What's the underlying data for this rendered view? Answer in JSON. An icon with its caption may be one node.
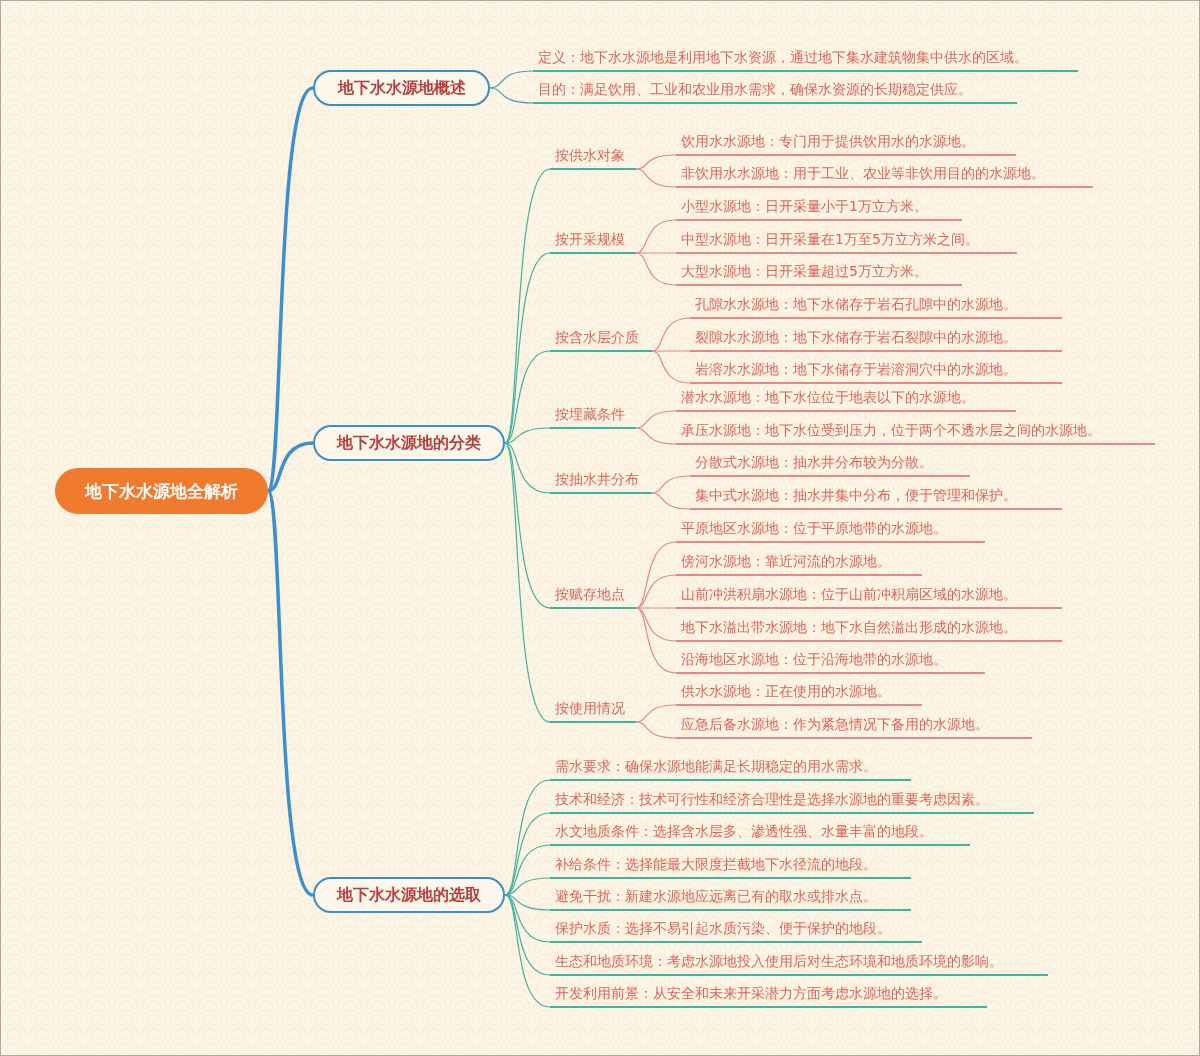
{
  "diagram": {
    "nodes": [
      {
        "text": [
          "地下水水源地全解析"
        ]
      },
      {
        "text": [
          "地下水水源地概述"
        ]
      },
      {
        "text": [
          "定义：地下水水源地是利用地下水资源，通过地下集水建筑物集中供水的区域。"
        ]
      },
      {
        "text": [
          "目的：满足饮用、工业和农业用水需求，确保水资源的长期稳定供应。"
        ]
      },
      {
        "text": [
          "地下水水源地的分类"
        ]
      },
      {
        "text": [
          "按供水对象"
        ]
      },
      {
        "text": [
          "饮用水水源地：专门用于提供饮用水的水源地。"
        ]
      },
      {
        "text": [
          "非饮用水水源地：用于工业、农业等非饮用目的的水源地。"
        ]
      },
      {
        "text": [
          "按开采规模"
        ]
      },
      {
        "text": [
          "小型水源地：日开采量小于1万立方米。"
        ]
      },
      {
        "text": [
          "中型水源地：日开采量在1万至5万立方米之间。"
        ]
      },
      {
        "text": [
          "大型水源地：日开采量超过5万立方米。"
        ]
      },
      {
        "text": [
          "按含水层介质"
        ]
      },
      {
        "text": [
          "孔隙水水源地：地下水储存于岩石孔隙中的水源地。"
        ]
      },
      {
        "text": [
          "裂隙水水源地：地下水储存于岩石裂隙中的水源地。"
        ]
      },
      {
        "text": [
          "岩溶水水源地：地下水储存于岩溶洞穴中的水源地。"
        ]
      },
      {
        "text": [
          "按埋藏条件"
        ]
      },
      {
        "text": [
          "潜水水源地：地下水位位于地表以下的水源地。"
        ]
      },
      {
        "text": [
          "承压水源地：地下水位受到压力，位于两个不透水层之间的水源地。"
        ]
      },
      {
        "text": [
          "按抽水井分布"
        ]
      },
      {
        "text": [
          "分散式水源地：抽水井分布较为分散。"
        ]
      },
      {
        "text": [
          "集中式水源地：抽水井集中分布，便于管理和保护。"
        ]
      },
      {
        "text": [
          "按赋存地点"
        ]
      },
      {
        "text": [
          "平原地区水源地：位于平原地带的水源地。"
        ]
      },
      {
        "text": [
          "傍河水源地：靠近河流的水源地。"
        ]
      },
      {
        "text": [
          "山前冲洪积扇水源地：位于山前冲积扇区域的水源地。"
        ]
      },
      {
        "text": [
          "地下水溢出带水源地：地下水自然溢出形成的水源地。"
        ]
      },
      {
        "text": [
          "沿海地区水源地：位于沿海地带的水源地。"
        ]
      },
      {
        "text": [
          "按使用情况"
        ]
      },
      {
        "text": [
          "供水水源地：正在使用的水源地。"
        ]
      },
      {
        "text": [
          "应急后备水源地：作为紧急情况下备用的水源地。"
        ]
      },
      {
        "text": [
          "地下水水源地的选取"
        ]
      },
      {
        "text": [
          "需水要求：确保水源地能满足长期稳定的用水需求。"
        ]
      },
      {
        "text": [
          "技术和经济：技术可行性和经济合理性是选择水源地的重要考虑因素。"
        ]
      },
      {
        "text": [
          "水文地质条件：选择含水层多、渗透性强、水量丰富的地段。"
        ]
      },
      {
        "text": [
          "补给条件：选择能最大限度拦截地下水径流的地段。"
        ]
      },
      {
        "text": [
          "避免干扰：新建水源地应远离已有的取水或排水点。"
        ]
      },
      {
        "text": [
          "保护水质：选择不易引起水质污染、便于保护的地段。"
        ]
      },
      {
        "text": [
          "生态和地质环境：考虑水源地投入使用后对生态环境和地质环境的影响。"
        ]
      },
      {
        "text": [
          "开发利用前景：从安全和未来开采潜力方面考虑水源地的选择。"
        ]
      }
    ],
    "edges": [
      {
        "from": 0,
        "to": 1,
        "arrow": "none",
        "style": "thick",
        "color": "#3a8fd2"
      },
      {
        "from": 0,
        "to": 4,
        "arrow": "none",
        "style": "thick",
        "color": "#3a8fd2"
      },
      {
        "from": 0,
        "to": 31,
        "arrow": "none",
        "style": "thick",
        "color": "#3a8fd2"
      },
      {
        "from": 1,
        "to": 2,
        "arrow": "none",
        "color": "#4a9ab8"
      },
      {
        "from": 1,
        "to": 3,
        "arrow": "none",
        "color": "#4a9ab8"
      },
      {
        "from": 4,
        "to": 5,
        "arrow": "none",
        "color": "#3fb2a0"
      },
      {
        "from": 4,
        "to": 8,
        "arrow": "none",
        "color": "#3fb2a0"
      },
      {
        "from": 4,
        "to": 12,
        "arrow": "none",
        "color": "#3fb2a0"
      },
      {
        "from": 4,
        "to": 16,
        "arrow": "none",
        "color": "#3fb2a0"
      },
      {
        "from": 4,
        "to": 19,
        "arrow": "none",
        "color": "#3fb2a0"
      },
      {
        "from": 4,
        "to": 22,
        "arrow": "none",
        "color": "#3fb2a0"
      },
      {
        "from": 4,
        "to": 28,
        "arrow": "none",
        "color": "#3fb2a0"
      },
      {
        "from": 5,
        "to": 6,
        "arrow": "none",
        "color": "#e08a8a"
      },
      {
        "from": 5,
        "to": 7,
        "arrow": "none",
        "color": "#e08a8a"
      },
      {
        "from": 8,
        "to": 9,
        "arrow": "none",
        "color": "#e08a8a"
      },
      {
        "from": 8,
        "to": 10,
        "arrow": "none",
        "color": "#e08a8a"
      },
      {
        "from": 8,
        "to": 11,
        "arrow": "none",
        "color": "#e08a8a"
      },
      {
        "from": 12,
        "to": 13,
        "arrow": "none",
        "color": "#e08a8a"
      },
      {
        "from": 12,
        "to": 14,
        "arrow": "none",
        "color": "#e08a8a"
      },
      {
        "from": 12,
        "to": 15,
        "arrow": "none",
        "color": "#e08a8a"
      },
      {
        "from": 16,
        "to": 17,
        "arrow": "none",
        "color": "#e08a8a"
      },
      {
        "from": 16,
        "to": 18,
        "arrow": "none",
        "color": "#e08a8a"
      },
      {
        "from": 19,
        "to": 20,
        "arrow": "none",
        "color": "#e08a8a"
      },
      {
        "from": 19,
        "to": 21,
        "arrow": "none",
        "color": "#e08a8a"
      },
      {
        "from": 22,
        "to": 23,
        "arrow": "none",
        "color": "#e08a8a"
      },
      {
        "from": 22,
        "to": 24,
        "arrow": "none",
        "color": "#e08a8a"
      },
      {
        "from": 22,
        "to": 25,
        "arrow": "none",
        "color": "#e08a8a"
      },
      {
        "from": 22,
        "to": 26,
        "arrow": "none",
        "color": "#e08a8a"
      },
      {
        "from": 22,
        "to": 27,
        "arrow": "none",
        "color": "#e08a8a"
      },
      {
        "from": 28,
        "to": 29,
        "arrow": "none",
        "color": "#e08a8a"
      },
      {
        "from": 28,
        "to": 30,
        "arrow": "none",
        "color": "#e08a8a"
      },
      {
        "from": 31,
        "to": 32,
        "arrow": "none",
        "color": "#3fb2a0"
      },
      {
        "from": 31,
        "to": 33,
        "arrow": "none",
        "color": "#3fb2a0"
      },
      {
        "from": 31,
        "to": 34,
        "arrow": "none",
        "color": "#3fb2a0"
      },
      {
        "from": 31,
        "to": 35,
        "arrow": "none",
        "color": "#3fb2a0"
      },
      {
        "from": 31,
        "to": 36,
        "arrow": "none",
        "color": "#3fb2a0"
      },
      {
        "from": 31,
        "to": 37,
        "arrow": "none",
        "color": "#3fb2a0"
      },
      {
        "from": 31,
        "to": 38,
        "arrow": "none",
        "color": "#3fb2a0"
      },
      {
        "from": 31,
        "to": 39,
        "arrow": "none",
        "color": "#3fb2a0"
      }
    ]
  }
}
